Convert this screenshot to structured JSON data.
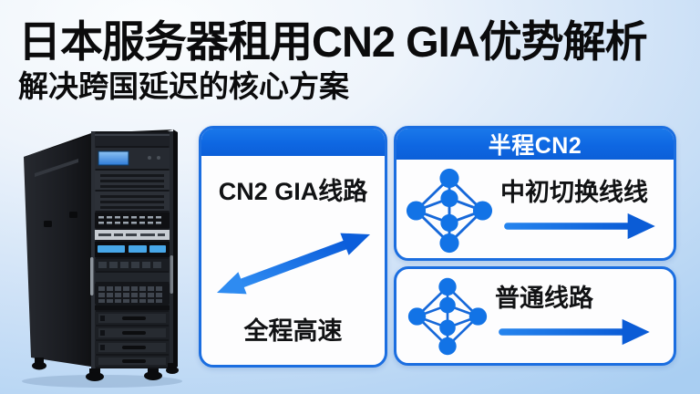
{
  "header": {
    "title": "日本服务器租用CN2 GIA优势解析",
    "subtitle": "解决跨国延迟的核心方案"
  },
  "left_panel": {
    "header_label": "",
    "top_label": "CN2 GIA线路",
    "bottom_label": "全程高速",
    "arrow_icon": "diagonal-double-arrow-icon"
  },
  "right_panel": {
    "header": "半程CN2",
    "rows": [
      {
        "icon": "network-nodes-icon",
        "label": "中初切换线线",
        "arrow_icon": "right-arrow-icon"
      },
      {
        "icon": "network-nodes-icon",
        "label": "普通线路",
        "arrow_icon": "right-arrow-icon"
      }
    ]
  },
  "illustration": {
    "name": "black-server-rack-tower"
  },
  "colors": {
    "accent_blue": "#0E67E2",
    "panel_border": "#1B6EE0",
    "header_gradient_top": "#1A78EA",
    "header_gradient_bottom": "#0C5FD8",
    "arrow_light": "#2B87F0",
    "arrow_dark": "#0C5EDB",
    "node_blue": "#1273E6",
    "title_text": "#0B0B0C",
    "background_blue": "#A9CEF2"
  }
}
